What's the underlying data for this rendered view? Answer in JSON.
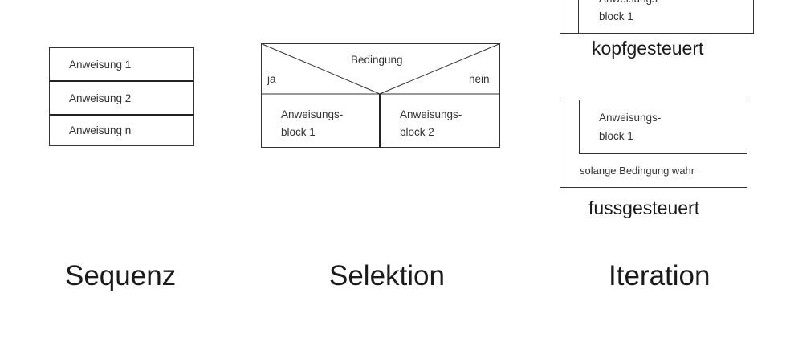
{
  "sequence": {
    "statements": [
      "Anweisung 1",
      "Anweisung 2",
      "Anweisung n"
    ],
    "label": "Sequenz"
  },
  "selection": {
    "condition": "Bedingung",
    "yes": "ja",
    "no": "nein",
    "block1": [
      "Anweisungs-",
      "block 1"
    ],
    "block2": [
      "Anweisungs-",
      "block 2"
    ],
    "label": "Selektion"
  },
  "iteration": {
    "head_controlled": {
      "block": [
        "Anweisungs-",
        "block 1"
      ],
      "caption": "kopfgesteuert"
    },
    "foot_controlled": {
      "block": [
        "Anweisungs-",
        "block 1"
      ],
      "condition": "solange Bedingung wahr",
      "caption": "fussgesteuert"
    },
    "label": "Iteration"
  }
}
